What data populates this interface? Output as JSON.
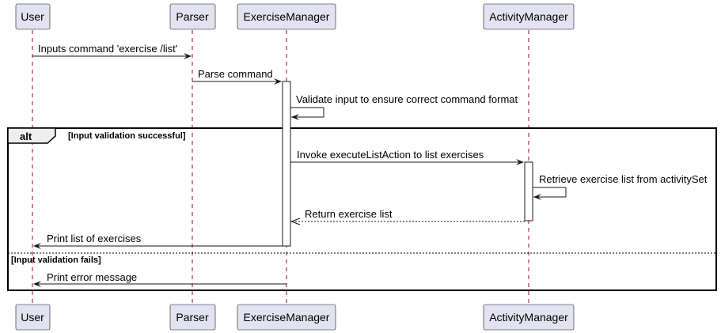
{
  "participants": [
    {
      "id": "user",
      "name": "User"
    },
    {
      "id": "parser",
      "name": "Parser"
    },
    {
      "id": "exercise_manager",
      "name": "ExerciseManager"
    },
    {
      "id": "activity_manager",
      "name": "ActivityManager"
    }
  ],
  "messages": [
    {
      "from": "user",
      "to": "parser",
      "label": "Inputs command 'exercise /list'",
      "style": "solid"
    },
    {
      "from": "parser",
      "to": "exercise_manager",
      "label": "Parse command",
      "style": "solid"
    },
    {
      "from": "exercise_manager",
      "to": "exercise_manager",
      "label": "Validate input to ensure correct command format",
      "style": "self"
    },
    {
      "from": "exercise_manager",
      "to": "activity_manager",
      "label": "Invoke executeListAction to list exercises",
      "style": "solid"
    },
    {
      "from": "activity_manager",
      "to": "activity_manager",
      "label": "Retrieve exercise list from activitySet",
      "style": "self"
    },
    {
      "from": "activity_manager",
      "to": "exercise_manager",
      "label": "Return exercise list",
      "style": "dashed"
    },
    {
      "from": "exercise_manager",
      "to": "user",
      "label": "Print list of exercises",
      "style": "solid"
    },
    {
      "from": "exercise_manager",
      "to": "user",
      "label": "Print error message",
      "style": "solid"
    }
  ],
  "fragment": {
    "keyword": "alt",
    "guard_success": "[Input validation successful]",
    "guard_fail": "[Input validation fails]"
  },
  "colors": {
    "participant_fill": "#e2e2f0",
    "lifeline": "#a80036",
    "arrow": "#181818"
  }
}
